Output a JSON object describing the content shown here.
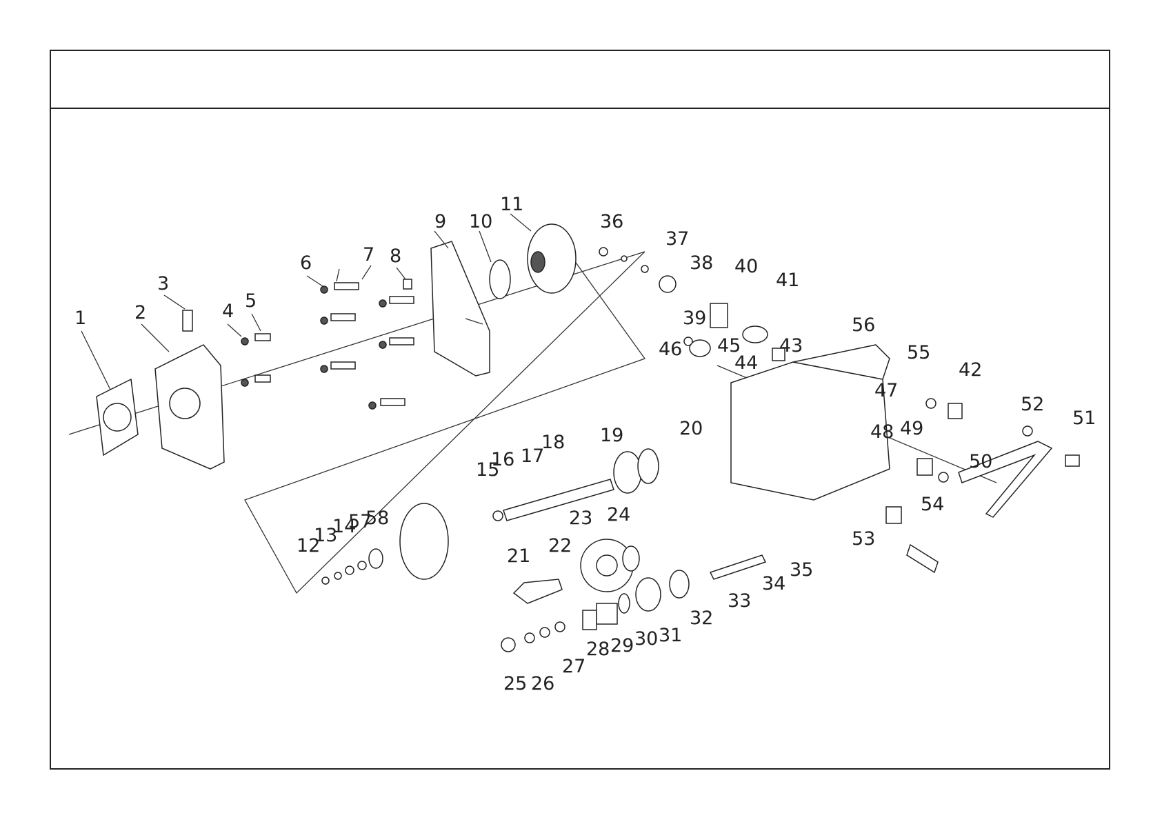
{
  "drawing": {
    "title": "",
    "callouts": [
      "1",
      "2",
      "3",
      "4",
      "5",
      "6",
      "7",
      "8",
      "9",
      "10",
      "11",
      "12",
      "13",
      "14",
      "15",
      "16",
      "17",
      "18",
      "19",
      "20",
      "21",
      "22",
      "23",
      "24",
      "25",
      "26",
      "27",
      "28",
      "29",
      "30",
      "31",
      "32",
      "33",
      "34",
      "35",
      "36",
      "37",
      "38",
      "39",
      "40",
      "41",
      "42",
      "43",
      "44",
      "45",
      "46",
      "47",
      "48",
      "49",
      "50",
      "51",
      "52",
      "53",
      "54",
      "55",
      "56",
      "57",
      "58"
    ]
  }
}
